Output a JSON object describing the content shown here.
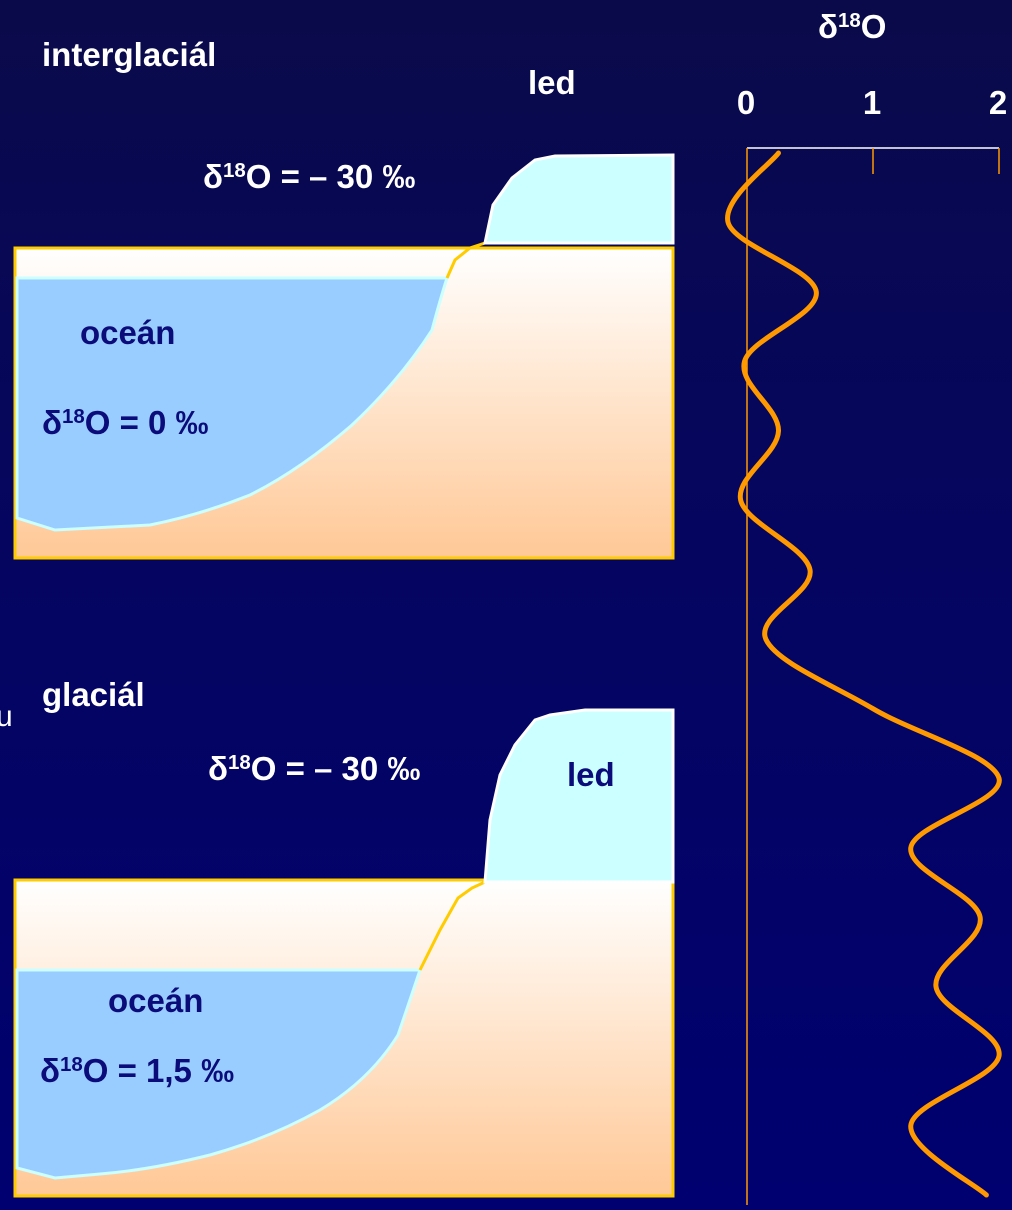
{
  "interglacial": {
    "title": "interglaciál",
    "ice_label": "led",
    "ice_delta": {
      "prefix": "δ",
      "sup": "18",
      "rest": "O = – 30 ‰"
    },
    "ocean_label": "oceán",
    "ocean_delta": {
      "prefix": "δ",
      "sup": "18",
      "rest": "O = 0 ‰"
    }
  },
  "glacial": {
    "title": "glaciál",
    "ice_label": "led",
    "ice_delta": {
      "prefix": "δ",
      "sup": "18",
      "rest": "O = – 30 ‰"
    },
    "ocean_label": "oceán",
    "ocean_delta": {
      "prefix": "δ",
      "sup": "18",
      "rest": "O = 1,5 ‰"
    }
  },
  "edge_fragment": "u",
  "colors": {
    "background": "#05055e",
    "ocean": "#99ccff",
    "ice": "#ccffff",
    "sediment_top": "#ffffff",
    "sediment_bottom": "#ffc896",
    "curve": "#ff9900",
    "axis": "#ff9900",
    "label_dark": "#0b0b7a"
  },
  "chart_data": {
    "type": "line",
    "title": {
      "prefix": "δ",
      "sup": "18",
      "rest": "O"
    },
    "xlabel": "",
    "ylabel": "",
    "xlim": [
      0,
      2
    ],
    "x_tick_labels": [
      "0",
      "1",
      "2"
    ],
    "orientation": "vertical",
    "series": [
      {
        "values_top_to_bottom": [
          0.25,
          -0.15,
          0.55,
          -0.02,
          0.25,
          -0.05,
          0.5,
          0.15,
          1.0,
          2.0,
          1.3,
          1.85,
          1.5,
          2.0,
          1.3,
          1.9
        ]
      }
    ]
  }
}
